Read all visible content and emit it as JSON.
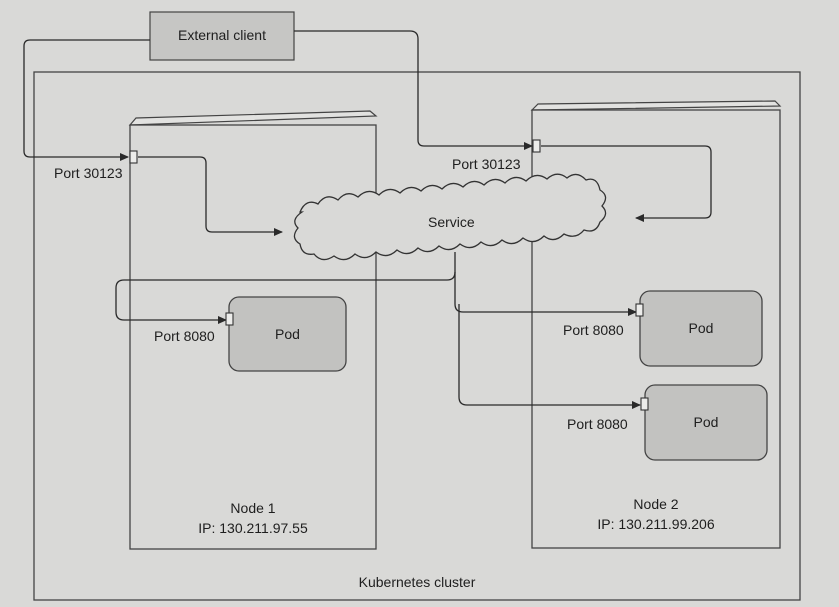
{
  "diagram": {
    "external_client": "External client",
    "service": "Service",
    "cluster_label": "Kubernetes cluster",
    "nodes": [
      {
        "name": "Node 1",
        "ip": "IP: 130.211.97.55",
        "node_port": "Port 30123",
        "pods": [
          {
            "label": "Pod",
            "port": "Port 8080"
          }
        ]
      },
      {
        "name": "Node 2",
        "ip": "IP: 130.211.99.206",
        "node_port": "Port 30123",
        "pods": [
          {
            "label": "Pod",
            "port": "Port 8080"
          },
          {
            "label": "Pod",
            "port": "Port 8080"
          }
        ]
      }
    ]
  }
}
